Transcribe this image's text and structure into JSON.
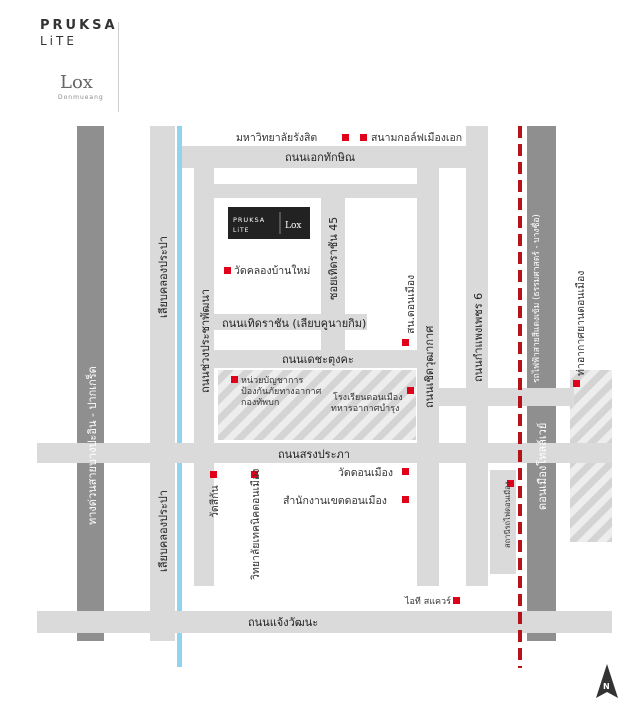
{
  "brand": {
    "pruksa": "PRUKSA",
    "lite": "LiTE",
    "lox": "Lox",
    "lox_sub": "Donmueang",
    "project_pruksa": "PRUKSA",
    "project_lite": "LiTE",
    "project_lox": "Lox"
  },
  "roads": {
    "ekthakhin": "ถนนเอกทักษิณ",
    "soi45": "ซอยเทิดราชัน 45",
    "thoetracha": "ถนนเทิดราชัน (เลียบคูนายกิม)",
    "detsatunga": "ถนนเดชะตุงคะ",
    "songprapha": "ถนนสรงประภา",
    "chaengwattana": "ถนนแจ้งวัฒนะ",
    "khlongprapa_top": "เลียบคลองประปา",
    "khlongprapa_bottom": "เลียบคลองประปา",
    "expressway": "ทางด่วนสายบางปะอิน - ปากเกร็ด",
    "chuangprachaphatthana": "ถนนช่วงประชาพัฒนา",
    "chertwutthakat": "ถนนเชิดวุฒากาศ",
    "kamphaengphet6": "ถนนกำแพงเพชร 6",
    "donmueang_tollway": "ดอนเมืองโทลล์เวย์",
    "redline": "รถไฟฟ้าสายสีแดงเข้ม (ธรรมศาสตร์ - บางซื่อ)"
  },
  "landmarks": {
    "rangsit_uni": "มหาวิทยาลัยรังสิต",
    "golf": "สนามกอล์ฟเมืองเอก",
    "wat_khlong_ban_mai": "วัดคลองบ้านใหม่",
    "police": "สน.ดอนเมือง",
    "unit_line1": "หน่วยบัญชาการ",
    "unit_line2": "ป้องกันภัยทางอากาศ",
    "unit_line3": "กองทัพบก",
    "school_line1": "โรงเรียนดอนเมือง",
    "school_line2": "ทหารอากาศบำรุง",
    "wat_si_kan": "วัดสีกัน",
    "wat_don_mueang": "วัดดอนเมือง",
    "district_office": "สำนักงานเขตดอนเมือง",
    "college": "วิทยาลัยเทคนิคดอนเมือง",
    "donmueang_station": "สถานีรถไฟดอนเมือง",
    "airport": "ท่าอากาศยานดอนเมือง",
    "it_square": "ไอที สแควร์"
  },
  "compass": {
    "north": "N"
  },
  "colors": {
    "road": "#dadada",
    "highway": "#8f8f8f",
    "canal": "#8fd3ef",
    "marker": "#e0001a",
    "rail": "#b5121b",
    "hatch": "#cfcfcf"
  }
}
